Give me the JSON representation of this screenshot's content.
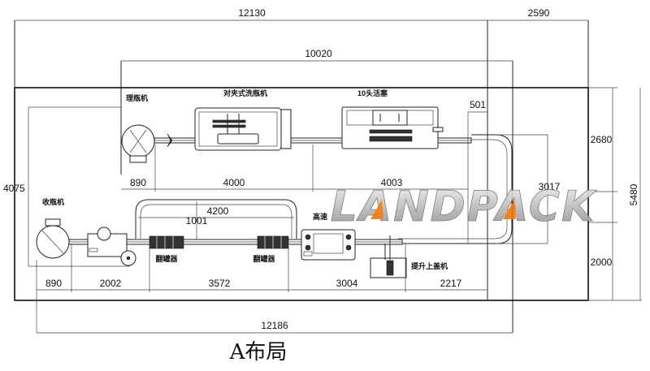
{
  "drawing": {
    "title": "A布局",
    "logo_text": "LANDPACK",
    "colors": {
      "line": "#222222",
      "logo_silver": "#c8c8c8",
      "logo_accent": "#f07a10"
    }
  },
  "equipment": [
    {
      "id": "bottle-unscrambler",
      "label": "理瓶机"
    },
    {
      "id": "bottle-washer",
      "label": "对夹式洗瓶机"
    },
    {
      "id": "piston-filler",
      "label": "10头活塞"
    },
    {
      "id": "bottle-collector",
      "label": "收瓶机"
    },
    {
      "id": "can-turner-1",
      "label": "翻罐器"
    },
    {
      "id": "can-turner-2",
      "label": "翻罐器"
    },
    {
      "id": "high-speed-capper",
      "label": "高速"
    },
    {
      "id": "cap-elevator",
      "label": "提升上盖机"
    }
  ],
  "dimensions": {
    "overall_top": "12130",
    "right_extension": "2590",
    "upper_line_length": "10020",
    "gap_501": "501",
    "upper_segments": [
      "890",
      "4000",
      "4003"
    ],
    "left_height": "4075",
    "right_upper_height": "2680",
    "right_lower_height": "2000",
    "total_height": "5480",
    "return_conveyor_length": "4200",
    "return_conveyor_height": "1001",
    "loop_height": "3017",
    "lower_segments": [
      "890",
      "2002",
      "3572",
      "3004",
      "2217"
    ],
    "overall_bottom": "12186"
  }
}
